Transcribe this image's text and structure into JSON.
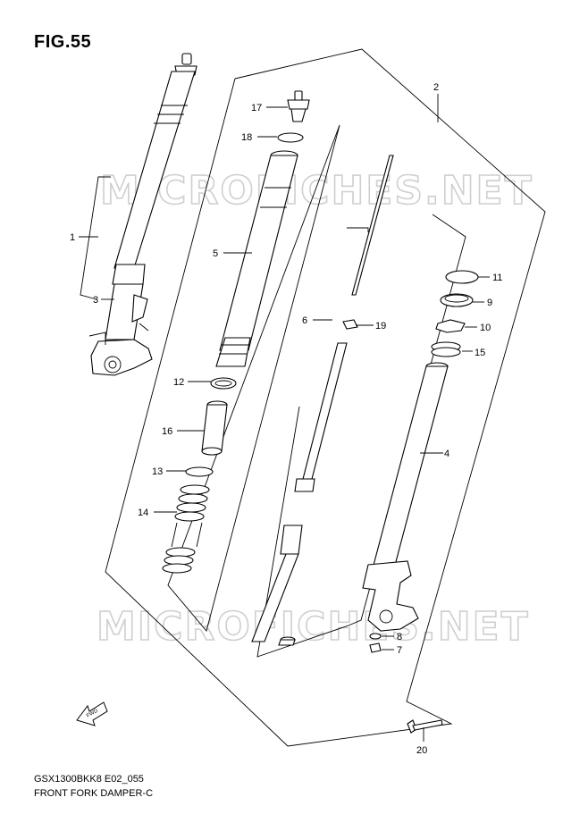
{
  "figure": {
    "title": "FIG.55",
    "model_code": "GSX1300BKK8 E02_055",
    "caption": "FRONT FORK DAMPER-C"
  },
  "watermark": {
    "text": "MICROFICHES.NET"
  },
  "direction_arrow": {
    "label": "FWD",
    "icon": "front-arrow-icon"
  },
  "callouts": {
    "p1": "1",
    "p2": "2",
    "p3": "3",
    "p4": "4",
    "p5": "5",
    "p6": "6",
    "p7": "7",
    "p8": "8",
    "p9": "9",
    "p10": "10",
    "p11": "11",
    "p12": "12",
    "p13": "13",
    "p14": "14",
    "p15": "15",
    "p16": "16",
    "p17": "17",
    "p18": "18",
    "p19": "19",
    "p20": "20"
  }
}
